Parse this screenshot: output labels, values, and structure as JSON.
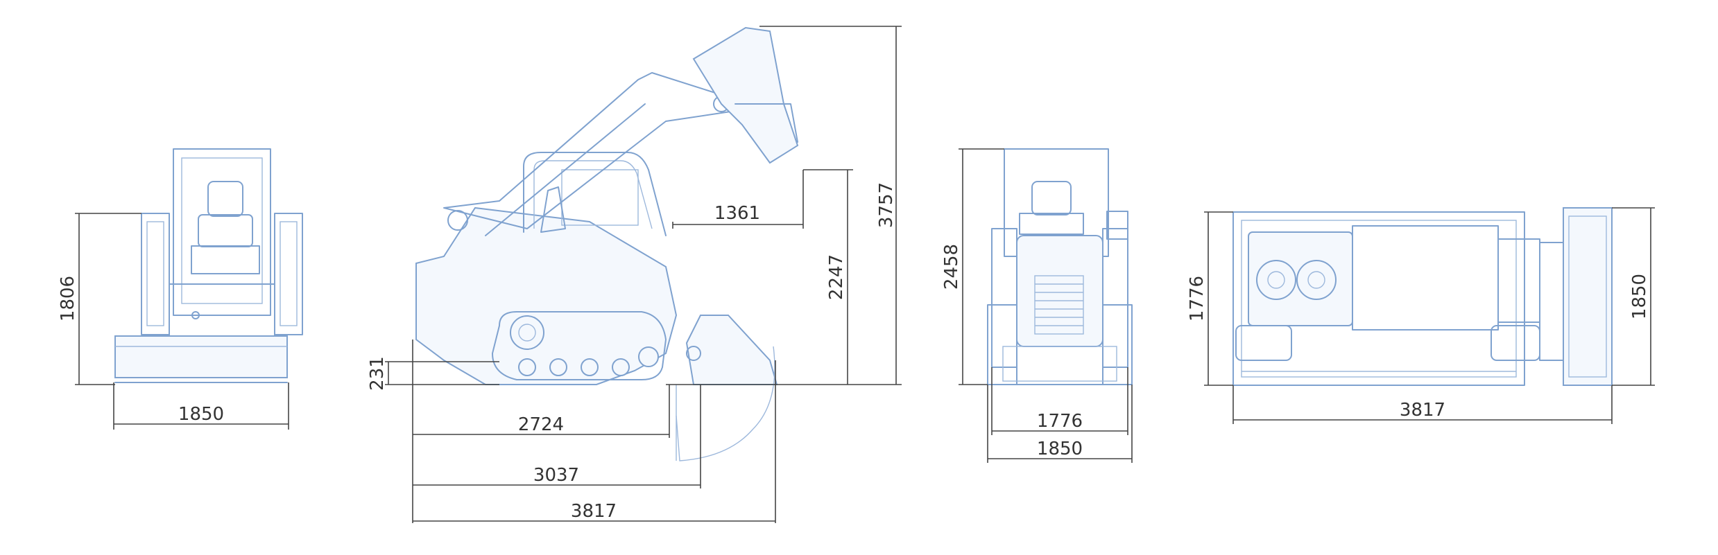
{
  "colors": {
    "drawing": "#7fa2cf",
    "dimension": "#444444",
    "background": "#ffffff"
  },
  "views": {
    "front": {
      "width_label": "1850",
      "height_label": "1806"
    },
    "side": {
      "overall_height_label": "3757",
      "dump_height_label": "2247",
      "reach_label": "1361",
      "ground_clearance_label": "231",
      "length_no_bucket_label": "2724",
      "length_bucket_lowered_label": "3037",
      "overall_length_label": "3817"
    },
    "rear": {
      "height_label": "2458",
      "track_width_label": "1776",
      "width_label": "1850"
    },
    "top": {
      "track_length_label": "1776",
      "bucket_width_label": "1850",
      "overall_length_label": "3817"
    }
  }
}
